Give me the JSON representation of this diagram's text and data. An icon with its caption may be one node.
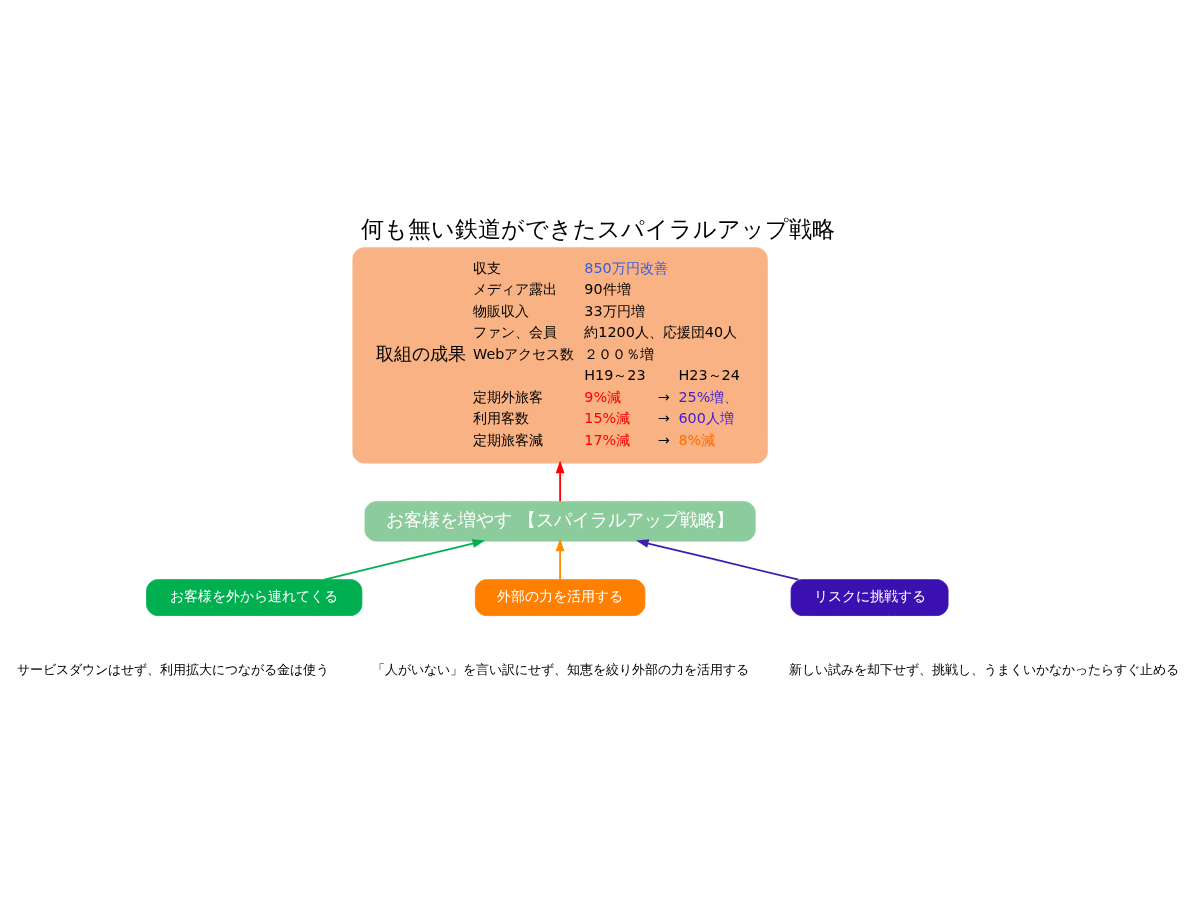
{
  "diagram": {
    "title": "何も無い鉄道ができたスパイラルアップ戦略",
    "nodes": [
      {
        "text": [
          "取組の成果",
          "収支",
          "850万円改善",
          "メディア露出",
          "90件増",
          "物販収入",
          "33万円増",
          "ファン、会員",
          "約1200人、応援団40人",
          "Webアクセス数",
          "２００％増",
          "H19～23",
          "H23～24",
          "定期外旅客",
          "9%減",
          "→",
          "25%増、",
          "利用客数",
          "15%減",
          "→",
          "600人増",
          "定期旅客減",
          "17%減",
          "→",
          "8%減"
        ]
      },
      {
        "text": [
          "お客様を増やす 【スパイラルアップ戦略】"
        ]
      },
      {
        "text": [
          "お客様を外から連れてくる"
        ],
        "beside": [
          "サービスダウンはせず、利用拡大につながる金は使う"
        ]
      },
      {
        "text": [
          "外部の力を活用する"
        ],
        "beside": [
          "「人がいない」を言い訳にせず、知恵を絞り外部の力を活用する"
        ]
      },
      {
        "text": [
          "リスクに挑戦する"
        ],
        "beside": [
          "新しい試みを却下せず、挑戦し、うまくいかなかったらすぐ止める"
        ]
      }
    ],
    "edges": [
      {
        "from": 1,
        "to": 0,
        "arrow": "to",
        "color": "#ff0000"
      },
      {
        "from": 2,
        "to": 1,
        "arrow": "to",
        "color": "#00b050"
      },
      {
        "from": 3,
        "to": 1,
        "arrow": "to",
        "color": "#ff8c00"
      },
      {
        "from": 4,
        "to": 1,
        "arrow": "to",
        "color": "#3f1fb0"
      }
    ]
  }
}
